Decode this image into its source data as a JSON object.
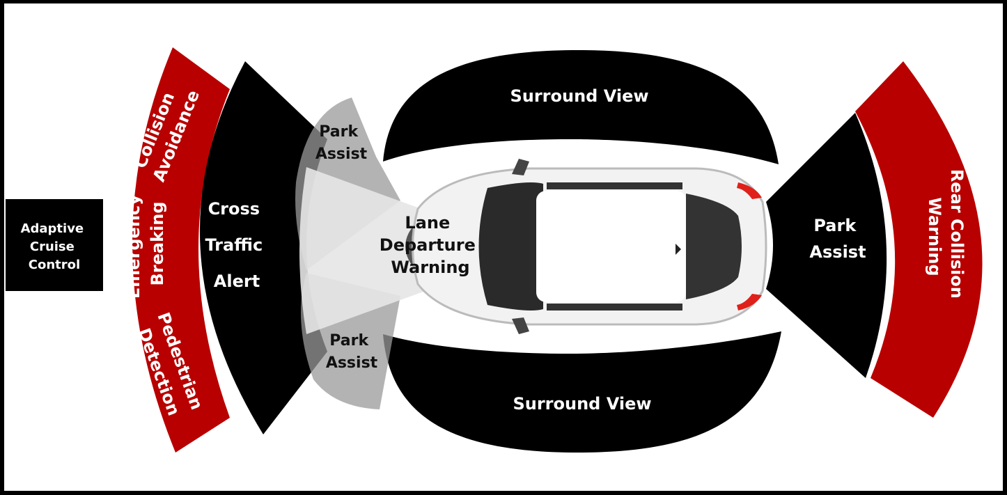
{
  "colors": {
    "background": "#ffffff",
    "frame": "#000000",
    "dark_zone": "#000000",
    "red_zone": "#b80000",
    "red_zone_dark": "#8c0000",
    "label_on_dark": "#ffffff",
    "label_on_light": "#111111",
    "beam": "#d9d9d9",
    "car_body": "#ffffff",
    "car_glass": "#222222",
    "tail_light": "#e0201a"
  },
  "labels": {
    "adaptive_cruise_control": [
      "Adaptive",
      "Cruise",
      "Control"
    ],
    "collision_avoidance": [
      "Collision",
      "Avoidance"
    ],
    "emergency_breaking": [
      "Emergency",
      "Breaking"
    ],
    "pedestrian_detection": [
      "Pedestrian",
      "Detection"
    ],
    "cross_traffic_alert": [
      "Cross",
      "Traffic",
      "Alert"
    ],
    "park_assist_front_top": [
      "Park",
      "Assist"
    ],
    "park_assist_front_bottom": [
      "Park",
      "Assist"
    ],
    "park_assist_rear": [
      "Park",
      "Assist"
    ],
    "lane_departure_warning": [
      "Lane",
      "Departure",
      "Warning"
    ],
    "surround_view_top": [
      "Surround View"
    ],
    "surround_view_bottom": [
      "Surround View"
    ],
    "rear_collision_warning": [
      "Rear Collision",
      "Warning"
    ]
  }
}
